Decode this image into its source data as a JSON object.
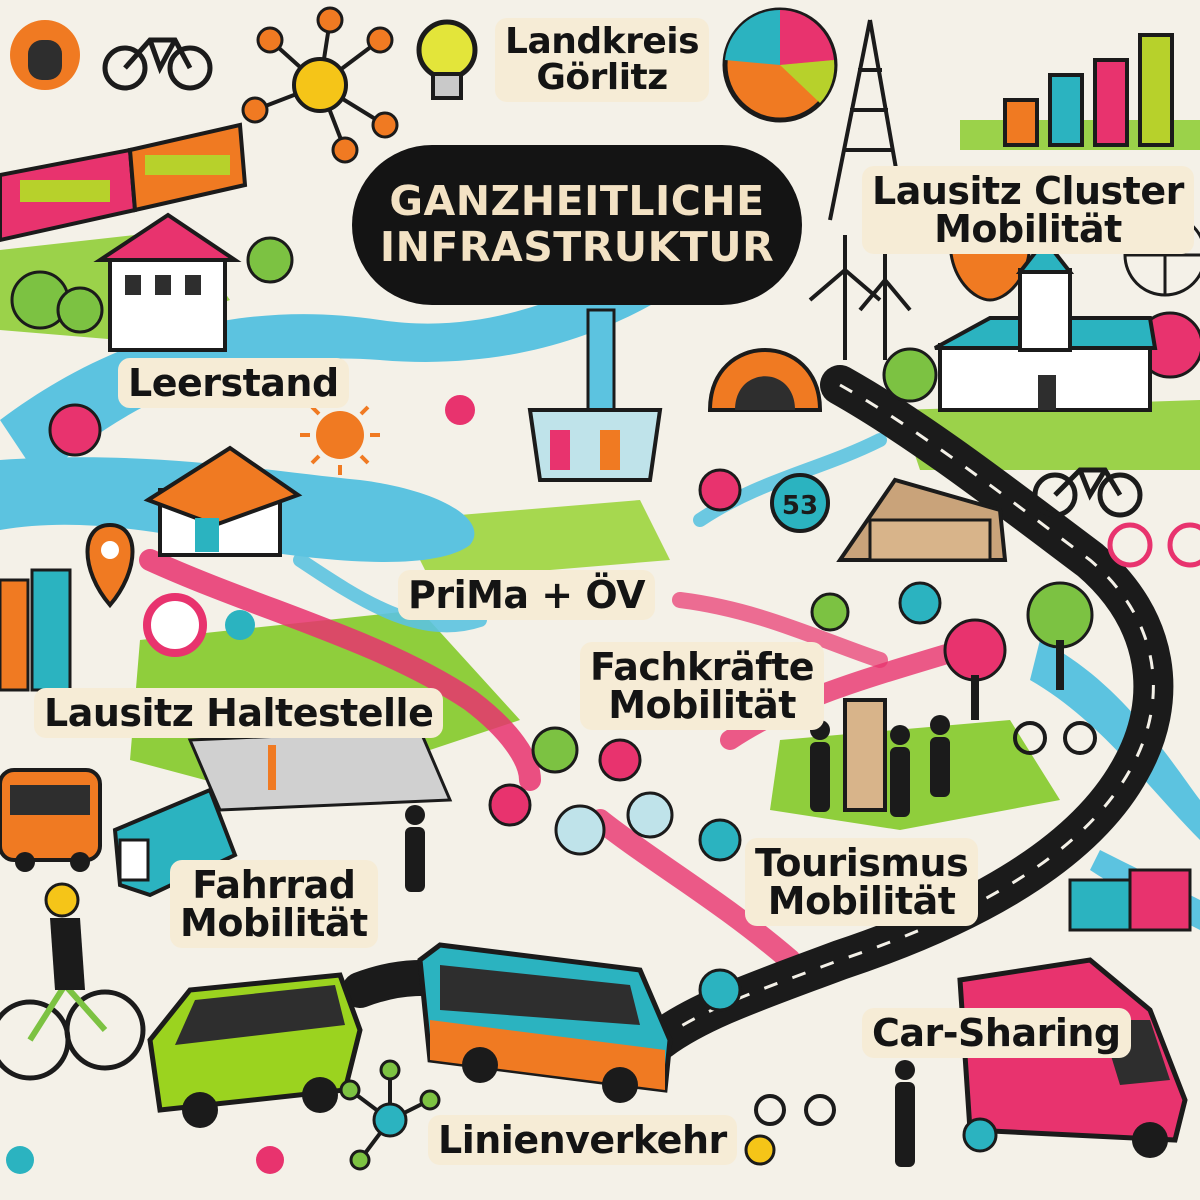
{
  "title": {
    "line1": "GANZHEITLICHE",
    "line2": "INFRASTRUKTUR"
  },
  "labels": {
    "landkreis": [
      "Landkreis",
      "Görlitz"
    ],
    "lausitz_cluster": [
      "Lausitz Cluster",
      "Mobilität"
    ],
    "leerstand": "Leerstand",
    "prima_oev": "PriMa + ÖV",
    "fachkraefte": [
      "Fachkräfte",
      "Mobilität"
    ],
    "lausitz_haltestelle": "Lausitz Haltestelle",
    "fahrrad": [
      "Fahrrad",
      "Mobilität"
    ],
    "tourismus": [
      "Tourismus",
      "Mobilität"
    ],
    "car_sharing": "Car-Sharing",
    "linienverkehr": "Linienverkehr"
  },
  "signs": {
    "bus_stop_number": "53"
  },
  "colors": {
    "river": "#5cc3e0",
    "road": "#1b1b1b",
    "grass": "#8fce3c",
    "accent_pink": "#e8336e",
    "accent_orange": "#f07a22",
    "accent_teal": "#2bb3c0",
    "accent_lime": "#b7d12b",
    "title_bg": "#141414",
    "label_bg": "#f6ecd6"
  },
  "icons": [
    "bicycle-icon",
    "lightbulb-icon",
    "pie-chart-icon",
    "bar-chart-icon",
    "network-icon",
    "radio-tower-icon",
    "wind-turbine-icon",
    "sun-icon",
    "map-pin-icon",
    "train-icon",
    "bus-icon",
    "van-icon",
    "person-icon"
  ]
}
